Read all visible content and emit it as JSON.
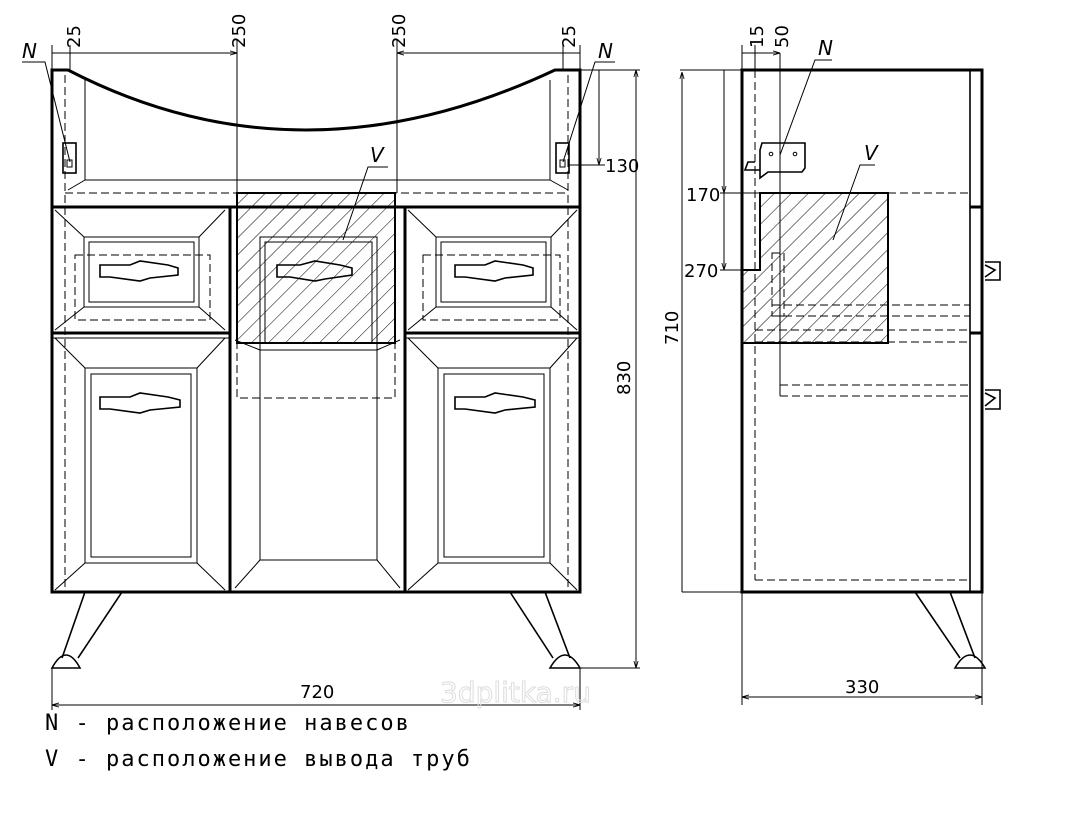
{
  "front_view": {
    "dims": {
      "left_offset": "25",
      "left_center": "250",
      "right_center": "250",
      "right_offset": "25",
      "hanger_height": "130",
      "total_height": "830",
      "width": "720"
    },
    "marker_n": "N",
    "marker_v": "V"
  },
  "side_view": {
    "dims": {
      "offset_a": "15",
      "offset_b": "50",
      "pipe_top": "170",
      "pipe_notch": "270",
      "body_height": "710",
      "depth": "330"
    },
    "marker_n": "N",
    "marker_v": "V"
  },
  "legend": {
    "n_line": "N  -  расположение навесов",
    "v_line": "V  -  расположение вывода труб"
  },
  "watermark": "3dplitka.ru"
}
